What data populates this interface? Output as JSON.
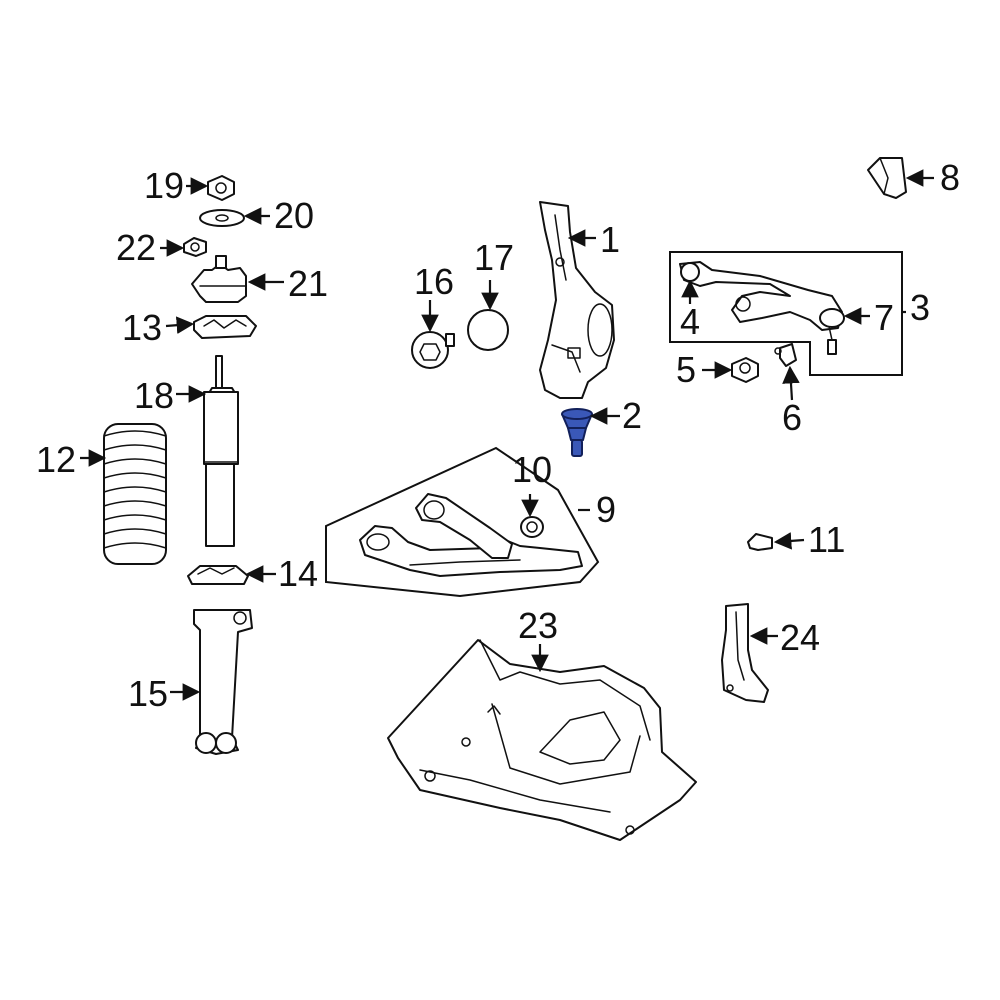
{
  "labels": {
    "p1": "1",
    "p2": "2",
    "p3": "3",
    "p4": "4",
    "p5": "5",
    "p6": "6",
    "p7": "7",
    "p8": "8",
    "p9": "9",
    "p10": "10",
    "p11": "11",
    "p12": "12",
    "p13": "13",
    "p14": "14",
    "p15": "15",
    "p16": "16",
    "p17": "17",
    "p18": "18",
    "p19": "19",
    "p20": "20",
    "p21": "21",
    "p22": "22",
    "p23": "23",
    "p24": "24"
  },
  "colors": {
    "highlight": "#3a58b8",
    "line": "#111111",
    "background": "#ffffff"
  }
}
